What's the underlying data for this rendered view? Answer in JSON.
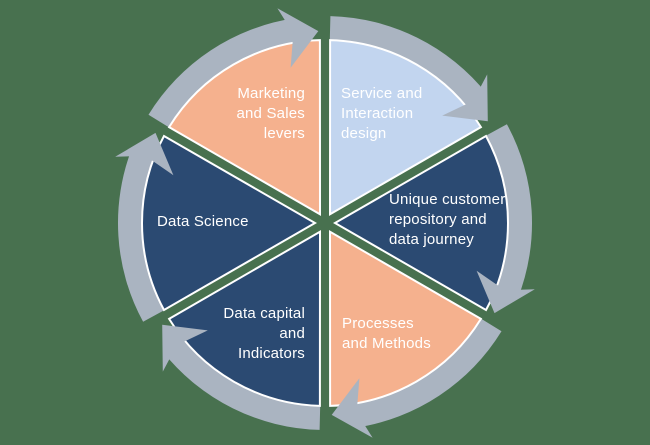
{
  "background_color": "#48714F",
  "diagram": {
    "type": "segmented-cycle",
    "direction": "clockwise",
    "ring_color": "#AAB4C1",
    "stroke_color": "#FFFFFF",
    "text_color": "#FFFFFF",
    "segments": [
      {
        "id": "marketing-and-sales-levers",
        "label": "Marketing and Sales levers",
        "lines": [
          "Marketing",
          "and Sales",
          "levers"
        ],
        "color": "#F5B18E"
      },
      {
        "id": "service-and-interaction-design",
        "label": "Service and Interaction design",
        "lines": [
          "Service and",
          "Interaction",
          "design"
        ],
        "color": "#C2D5EF"
      },
      {
        "id": "unique-customer-repository-and-data-journey",
        "label": "Unique customer repository and data journey",
        "lines": [
          "Unique customer",
          "repository and",
          "data journey"
        ],
        "color": "#2B4A72"
      },
      {
        "id": "processes-and-methods",
        "label": "Processes and Methods",
        "lines": [
          "Processes",
          "and Methods"
        ],
        "color": "#F5B18E"
      },
      {
        "id": "data-capital-and-indicators",
        "label": "Data capital and Indicators",
        "lines": [
          "Data capital",
          "and",
          "Indicators"
        ],
        "color": "#2B4A72"
      },
      {
        "id": "data-science",
        "label": "Data Science",
        "lines": [
          "Data Science"
        ],
        "color": "#2B4A72"
      }
    ]
  }
}
